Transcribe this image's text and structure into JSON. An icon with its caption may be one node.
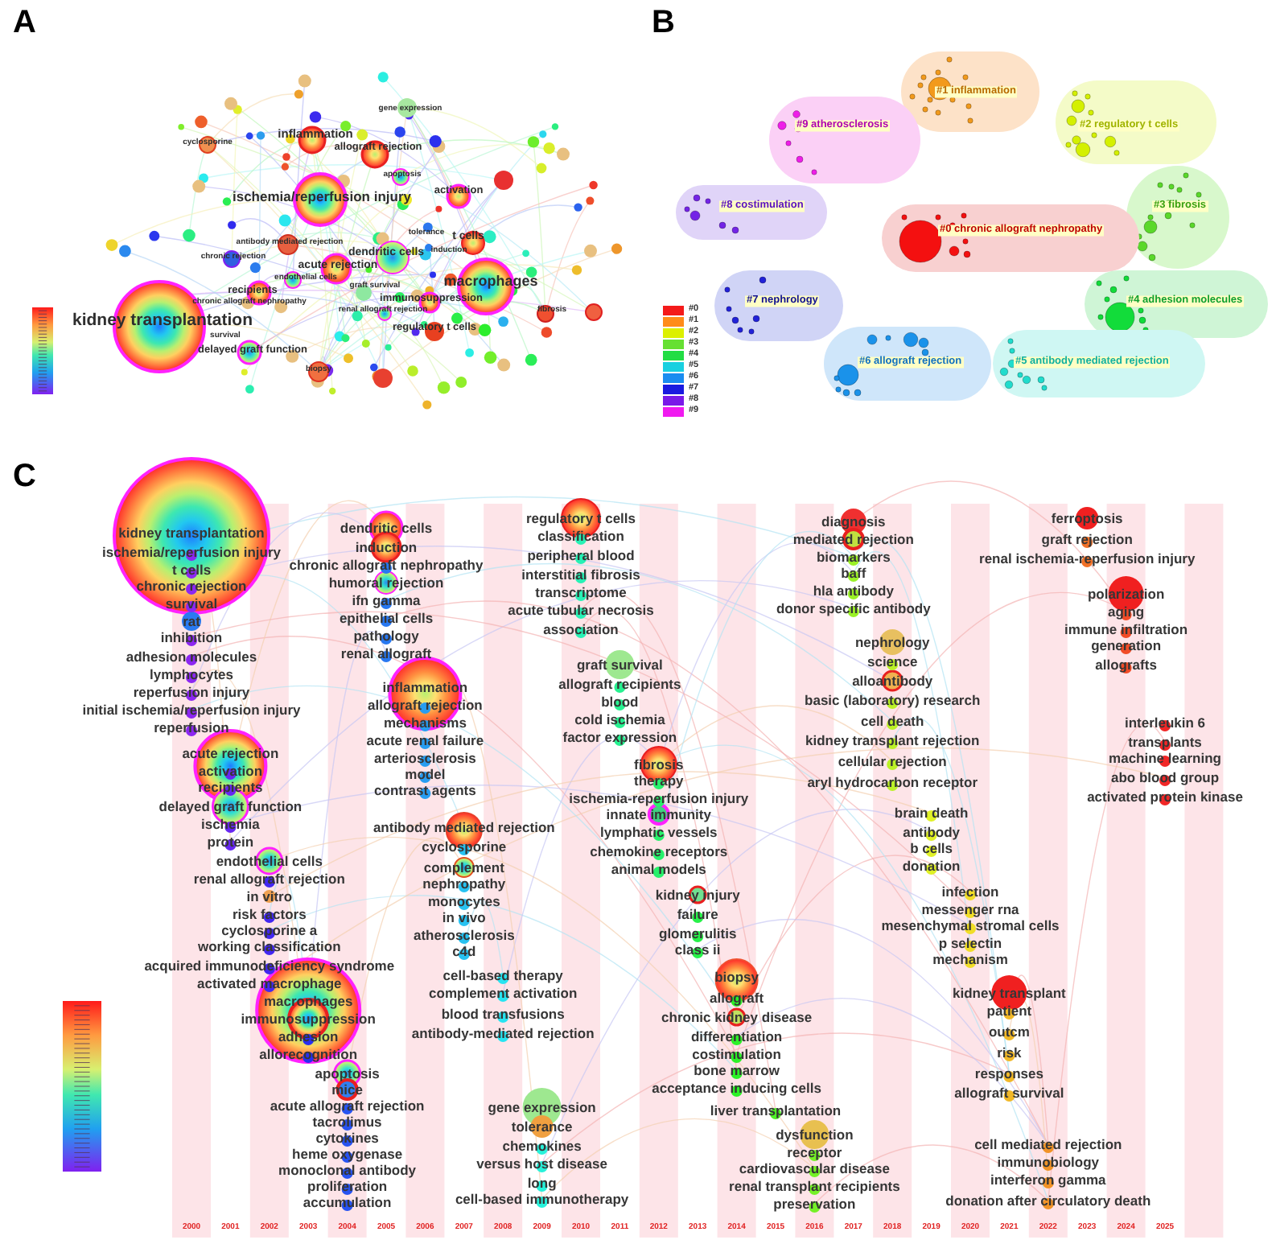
{
  "diagram": {
    "nodes": [
      {
        "text": [
          "#1 inflammation"
        ]
      },
      {
        "text": [
          "#9 atherosclerosis"
        ]
      },
      {
        "text": [
          "#2 regulatory t cells"
        ]
      },
      {
        "text": [
          "#8 costimulation"
        ]
      },
      {
        "text": [
          "#3 fibrosis"
        ]
      },
      {
        "text": [
          "#0 chronic allograft nephropathy"
        ]
      },
      {
        "text": [
          "#7 nephrology"
        ]
      },
      {
        "text": [
          "#4 adhesion molecules"
        ]
      },
      {
        "text": [
          "#6 allograft rejection"
        ]
      },
      {
        "text": [
          "#5 antibody mediated rejection"
        ]
      }
    ],
    "labels": [
      "A",
      "gene expression",
      "inflammation",
      "allograft rejection",
      "cyclosporine",
      "apoptosis",
      "activation",
      "ischemia/reperfusion injury",
      "tolerance",
      "t cells",
      "antibody mediated rejection",
      "induction",
      "chronic rejection",
      "dendritic cells",
      "acute rejection",
      "endothelial cells",
      "macrophages",
      "recipients",
      "graft survival",
      "chronic allograft nephropathy",
      "immunosuppression",
      "renal allograft rejection",
      "fibrosis",
      "kidney transplantation",
      "regulatory t cells",
      "survival",
      "delayed graft function",
      "biopsy",
      "B",
      "C",
      "kidney transplantation",
      "ischemia/reperfusion injury",
      "t cells",
      "chronic rejection",
      "survival",
      "rat",
      "inhibition",
      "adhesion molecules",
      "lymphocytes",
      "reperfusion injury",
      "initial ischemia/reperfusion injury",
      "reperfusion",
      "acute rejection",
      "activation",
      "recipients",
      "delayed graft function",
      "ischemia",
      "protein",
      "endothelial cells",
      "renal allograft rejection",
      "in vitro",
      "risk factors",
      "cyclosporine a",
      "working classification",
      "acquired immunodeficiency syndrome",
      "activated macrophage",
      "macrophages",
      "immunosuppression",
      "adhesion",
      "allorecognition",
      "apoptosis",
      "mice",
      "acute allograft rejection",
      "tacrolimus",
      "cytokines",
      "heme oxygenase",
      "monoclonal antibody",
      "proliferation",
      "accumulation",
      "dendritic cells",
      "induction",
      "chronic allograft nephropathy",
      "humoral rejection",
      "ifn gamma",
      "epithelial cells",
      "pathology",
      "renal allograft",
      "inflammation",
      "allograft rejection",
      "mechanisms",
      "acute renal failure",
      "arteriosclerosis",
      "model",
      "contrast agents",
      "antibody mediated rejection",
      "cyclosporine",
      "complement",
      "nephropathy",
      "monocytes",
      "in vivo",
      "atherosclerosis",
      "c4d",
      "cell-based therapy",
      "complement activation",
      "blood transfusions",
      "antibody-mediated rejection",
      "gene expression",
      "tolerance",
      "chemokines",
      "versus host disease",
      "long",
      "cell-based immunotherapy",
      "regulatory t cells",
      "classification",
      "peripheral blood",
      "interstitial fibrosis",
      "transcriptome",
      "acute tubular necrosis",
      "association",
      "graft survival",
      "allograft recipients",
      "blood",
      "cold ischemia",
      "factor expression",
      "fibrosis",
      "therapy",
      "ischemia-reperfusion injury",
      "innate immunity",
      "lymphatic vessels",
      "chemokine receptors",
      "animal models",
      "kidney injury",
      "failure",
      "glomerulitis",
      "class ii",
      "biopsy",
      "allograft",
      "chronic kidney disease",
      "differentiation",
      "costimulation",
      "bone marrow",
      "acceptance inducing cells",
      "liver transplantation",
      "dysfunction",
      "receptor",
      "cardiovascular disease",
      "renal transplant recipients",
      "preservation",
      "diagnosis",
      "mediated rejection",
      "biomarkers",
      "baff",
      "hla antibody",
      "donor specific antibody",
      "nephrology",
      "science",
      "alloantibody",
      "basic (laboratory) research",
      "cell death",
      "kidney transplant rejection",
      "cellular rejection",
      "aryl hydrocarbon receptor",
      "brain death",
      "antibody",
      "b cells",
      "donation",
      "infection",
      "messenger rna",
      "mesenchymal stromal cells",
      "p selectin",
      "mechanism",
      "kidney transplant",
      "patient",
      "outcm",
      "risk",
      "responses",
      "allograft survival",
      "cell mediated rejection",
      "immunobiology",
      "interferon gamma",
      "donation after circulatory death",
      "ferroptosis",
      "graft rejection",
      "renal ischemia-reperfusion injury",
      "polarization",
      "aging",
      "immune infiltration",
      "generation",
      "allografts",
      "interleukin 6",
      "transplants",
      "machine learning",
      "abo blood group",
      "activated protein kinase",
      "2000",
      "2001",
      "2002",
      "2003",
      "2004",
      "2005",
      "2006",
      "2007",
      "2008",
      "2009",
      "2010",
      "2011",
      "2012",
      "2013",
      "2014",
      "2015",
      "2016",
      "2017",
      "2018",
      "2019",
      "2020",
      "2021",
      "2022",
      "2023",
      "2024",
      "2025"
    ],
    "legend": [
      {
        "text": "#0",
        "color": "#f41a1a"
      },
      {
        "text": "#1",
        "color": "#ff8c1a"
      },
      {
        "text": "#2",
        "color": "#dcf000"
      },
      {
        "text": "#3",
        "color": "#66e033"
      },
      {
        "text": "#4",
        "color": "#22dd44"
      },
      {
        "text": "#5",
        "color": "#18d0e0"
      },
      {
        "text": "#6",
        "color": "#1a8cf0"
      },
      {
        "text": "#7",
        "color": "#1a1ae0"
      },
      {
        "text": "#8",
        "color": "#7a1ae8"
      },
      {
        "text": "#9",
        "color": "#f01af0"
      }
    ]
  }
}
